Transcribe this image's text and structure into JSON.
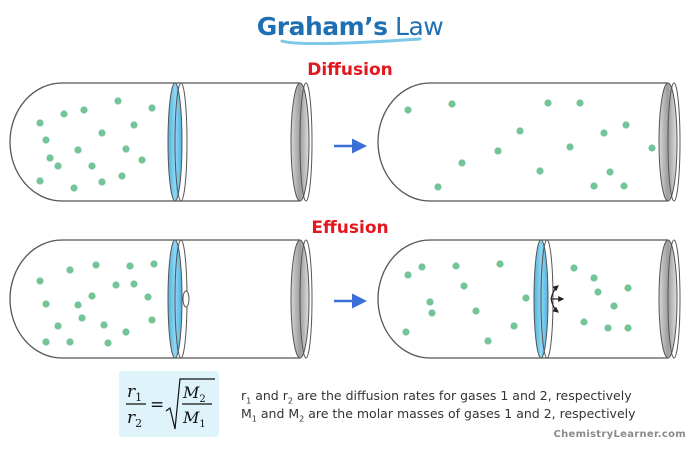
{
  "header": {
    "title_bold": "Graham’s",
    "title_light": " Law"
  },
  "sections": {
    "diffusion": "Diffusion",
    "effusion": "Effusion"
  },
  "formula": {
    "r1": "r",
    "r1_sub": "1",
    "r2": "r",
    "r2_sub": "2",
    "m2": "M",
    "m2_sub": "2",
    "m1": "M",
    "m1_sub": "1",
    "equals": "="
  },
  "legend": {
    "line1": {
      "a": "r",
      "a_sub": "1",
      "b": " and r",
      "b_sub": "2",
      "rest": " are the diffusion rates for gases 1 and 2, respectively"
    },
    "line2": {
      "a": "M",
      "a_sub": "1",
      "b": " and M",
      "b_sub": "2",
      "rest": " are the molar masses of gases 1 and 2, respectively"
    }
  },
  "brand": "ChemistryLearner.com",
  "colors": {
    "title": "#1f6fb3",
    "section_label": "#e3171e",
    "particle": "#73c497",
    "membrane": "#6cc6e9",
    "arrow": "#3a6fd8",
    "tube_outline": "#555555",
    "formula_bg": "#dff3fb"
  }
}
